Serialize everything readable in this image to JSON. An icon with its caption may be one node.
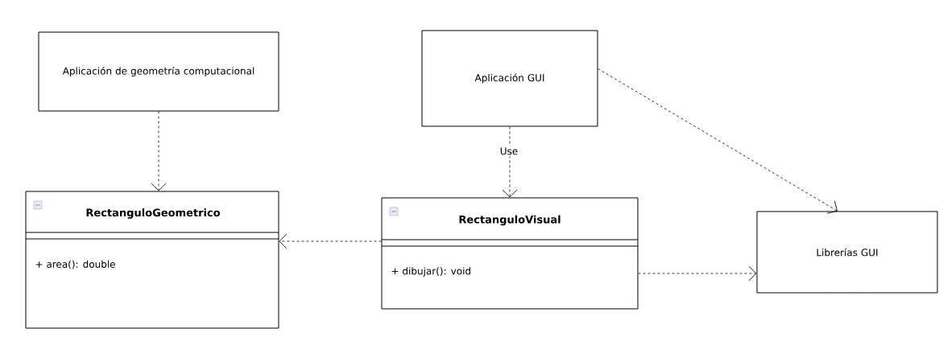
{
  "diagram": {
    "nodes": [
      {
        "text": [
          "Aplicación de geometría computacional"
        ]
      },
      {
        "text": [
          "Aplicación GUI"
        ]
      },
      {
        "text": [
          "RectanguloGeometrico",
          "+ area(): double"
        ]
      },
      {
        "text": [
          "RectanguloVisual",
          "+ dibujar(): void"
        ]
      },
      {
        "text": [
          "Librerías GUI"
        ]
      }
    ],
    "edges": [
      {
        "from": 0,
        "to": 2,
        "arrow": "to",
        "style": "dashed"
      },
      {
        "from": 1,
        "to": 3,
        "arrow": "to",
        "style": "dashed",
        "label": "Use"
      },
      {
        "from": 1,
        "to": 4,
        "arrow": "to",
        "style": "dashed"
      },
      {
        "from": 3,
        "to": 2,
        "arrow": "to",
        "style": "dashed"
      },
      {
        "from": 3,
        "to": 4,
        "arrow": "to",
        "style": "dashed"
      }
    ]
  }
}
